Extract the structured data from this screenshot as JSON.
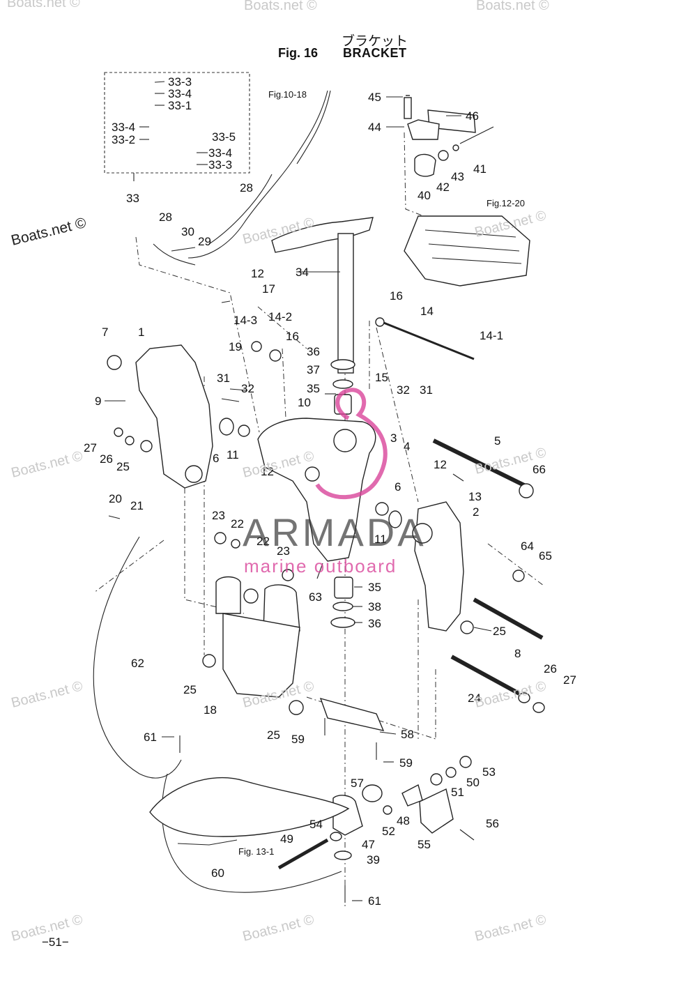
{
  "title": {
    "japanese": "ブラケット",
    "figure": "Fig. 16",
    "english": "BRACKET"
  },
  "page_number": "−51−",
  "brand_overlay": {
    "name": "ARMADA",
    "tagline": "marine outboard",
    "color": "#d9459a"
  },
  "watermarks": [
    "Boats.net ©",
    "Boats.net ©",
    "Boats.net ©",
    "Boats.net ©",
    "Boats.net ©",
    "Boats.net ©",
    "Boats.net ©",
    "Boats.net ©",
    "Boats.net ©",
    "Boats.net ©",
    "Boats.net ©",
    "Boats.net ©",
    "Boats.net ©",
    "Boats.net ©",
    "Boats.net ©"
  ],
  "figure_refs": [
    "Fig.10-18",
    "Fig.12-20",
    "Fig. 13-1"
  ],
  "part_labels": [
    "33-3",
    "33-4",
    "33-1",
    "33-4",
    "33-2",
    "33-5",
    "33-4",
    "33-3",
    "33",
    "28",
    "28",
    "30",
    "29",
    "45",
    "46",
    "44",
    "41",
    "43",
    "42",
    "40",
    "34",
    "12",
    "17",
    "14-3",
    "14-2",
    "16",
    "16",
    "14",
    "14-1",
    "7",
    "1",
    "19",
    "36",
    "37",
    "35",
    "15",
    "31",
    "32",
    "32",
    "31",
    "9",
    "10",
    "6",
    "11",
    "27",
    "26",
    "25",
    "5",
    "66",
    "3",
    "4",
    "12",
    "13",
    "12",
    "6",
    "2",
    "20",
    "21",
    "23",
    "22",
    "22",
    "23",
    "11",
    "64",
    "65",
    "63",
    "35",
    "38",
    "36",
    "25",
    "8",
    "62",
    "25",
    "18",
    "26",
    "27",
    "24",
    "25",
    "59",
    "58",
    "61",
    "59",
    "57",
    "53",
    "50",
    "51",
    "48",
    "52",
    "54",
    "47",
    "56",
    "55",
    "49",
    "39",
    "60",
    "61"
  ]
}
